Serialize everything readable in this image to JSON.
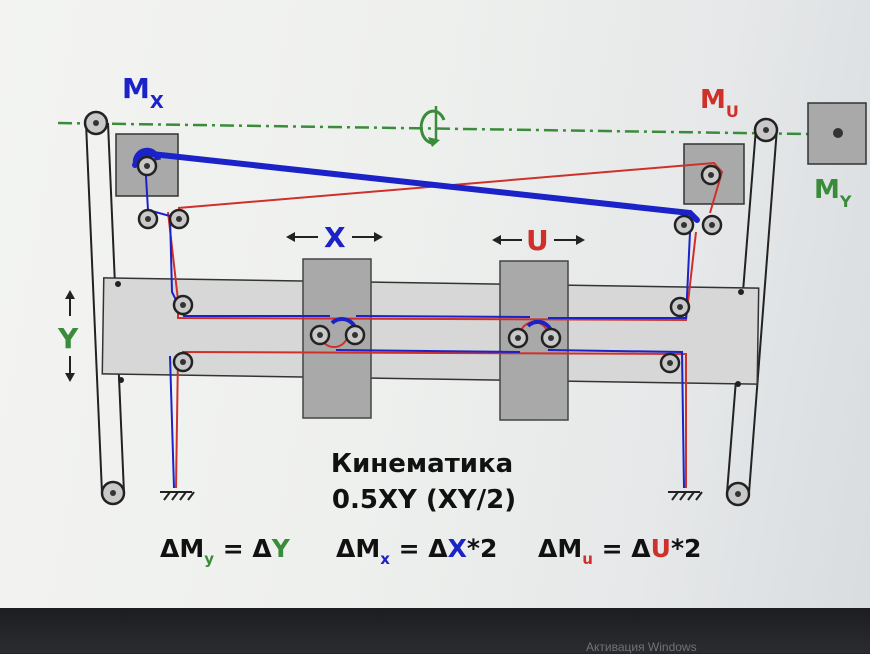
{
  "labels": {
    "mx": "M",
    "mx_sub": "X",
    "mu": "M",
    "mu_sub": "U",
    "my": "M",
    "my_sub": "Y",
    "x_axis": "X",
    "u_axis": "U",
    "y_axis": "Y"
  },
  "caption": {
    "line1": "Кинематика",
    "line2": "0.5XY (XY/2)"
  },
  "formulas": {
    "f1": {
      "pre": "ΔM",
      "sub": "y",
      "mid": " = Δ",
      "var": "Y",
      "post": ""
    },
    "f2": {
      "pre": "ΔM",
      "sub": "x",
      "mid": " = Δ",
      "var": "X",
      "post": "*2"
    },
    "f3": {
      "pre": "ΔM",
      "sub": "u",
      "mid": " = Δ",
      "var": "U",
      "post": "*2"
    }
  },
  "watermark": "Активация Windows",
  "colors": {
    "blue": "#1a22c8",
    "red": "#d0302a",
    "green": "#3a8c3a",
    "dark": "#222222",
    "frame": "#d6d7d6",
    "carriage": "#a8a9a8"
  },
  "icons": [
    "rotation-arrow-icon",
    "left-arrow-icon",
    "right-arrow-icon",
    "up-arrow-icon",
    "down-arrow-icon",
    "ground-anchor-icon"
  ]
}
